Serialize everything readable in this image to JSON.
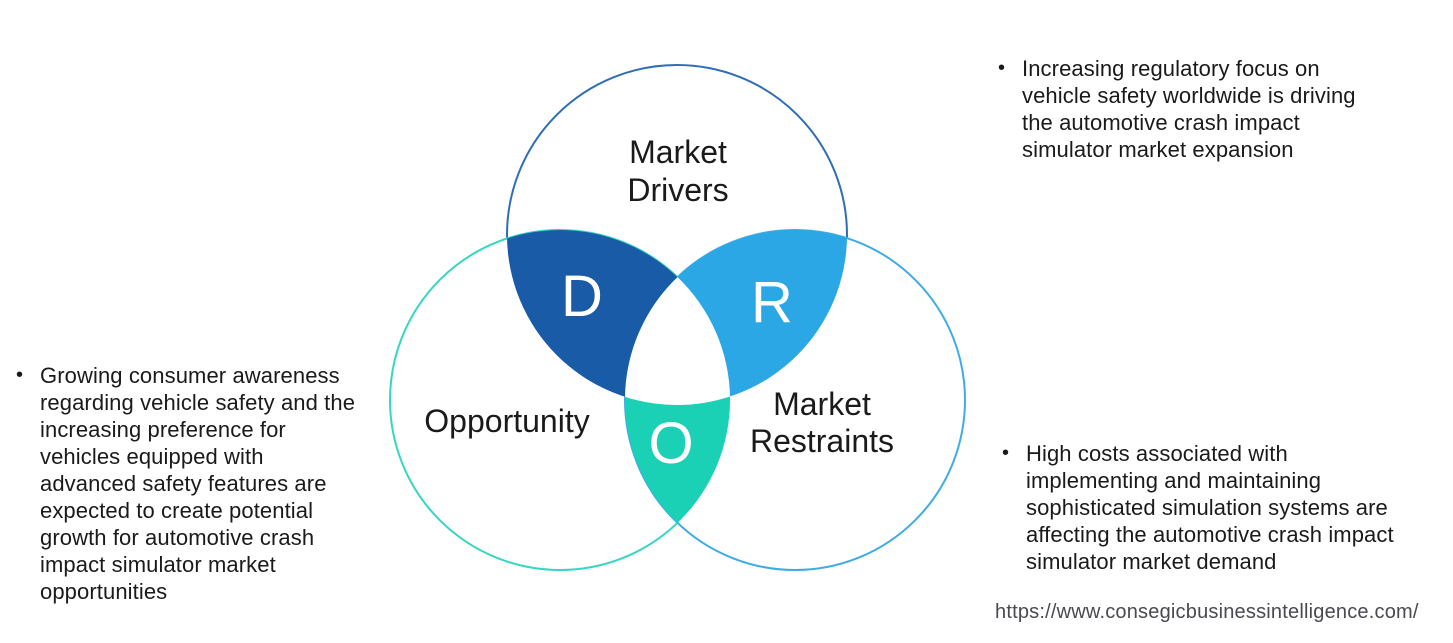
{
  "diagram": {
    "drivers": {
      "label_line1": "Market",
      "label_line2": "Drivers",
      "letter": "D",
      "circle_stroke": "#2f6eb5",
      "lens_fill": "#1a5ba7"
    },
    "opportunity": {
      "label": "Opportunity",
      "letter": "O",
      "circle_stroke": "#36d6c2",
      "lens_fill": "#1bd1b5"
    },
    "restraints": {
      "label_line1": "Market",
      "label_line2": "Restraints",
      "letter": "R",
      "circle_stroke": "#3face6",
      "lens_fill": "#2aa7e4"
    },
    "center_fill": "#ffffff"
  },
  "notes": {
    "driver_note": {
      "bullet": "•",
      "lines": [
        "Increasing regulatory focus on",
        "vehicle safety worldwide is driving",
        "the automotive crash impact",
        "simulator market expansion"
      ]
    },
    "opportunity_note": {
      "bullet": "•",
      "lines": [
        "Growing consumer awareness",
        "regarding vehicle safety and the",
        "increasing preference for",
        "vehicles equipped with",
        "advanced safety features are",
        "expected to create potential",
        "growth for automotive crash",
        "impact simulator market",
        "opportunities"
      ]
    },
    "restraint_note": {
      "bullet": "•",
      "lines": [
        "High costs associated with",
        "implementing and maintaining",
        "sophisticated simulation systems are",
        "affecting the automotive crash impact",
        "simulator market demand"
      ]
    }
  },
  "footer": {
    "url": "https://www.consegicbusinessintelligence.com/"
  },
  "colors": {
    "background": "#ffffff",
    "note_text": "#1a1a1a",
    "url_text": "#494950"
  }
}
